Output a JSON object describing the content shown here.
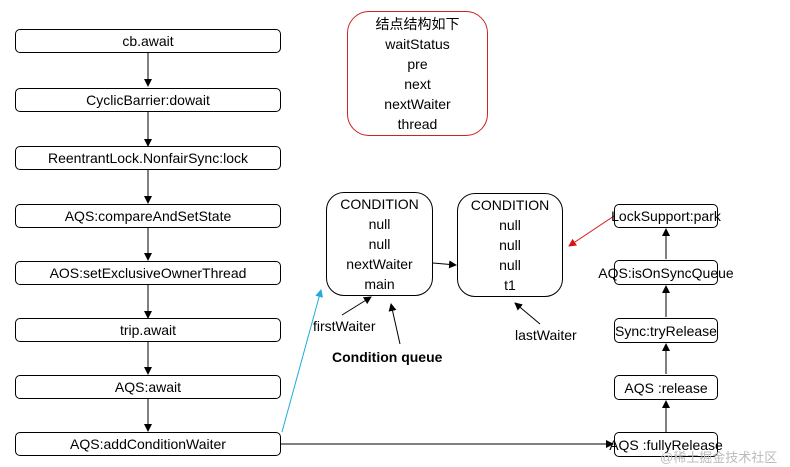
{
  "left_chain": [
    "cb.await",
    "CyclicBarrier:dowait",
    "ReentrantLock.NonfairSync:lock",
    "AQS:compareAndSetState",
    "AOS:setExclusiveOwnerThread",
    "trip.await",
    "AQS:await",
    "AQS:addConditionWaiter"
  ],
  "right_chain": [
    "LockSupport:park",
    "AQS:isOnSyncQueue",
    "Sync:tryRelease",
    "AQS :release",
    "AQS :fullyRelease"
  ],
  "node_structure": {
    "title": "结点结构如下",
    "fields": [
      "waitStatus",
      "pre",
      "next",
      "nextWaiter",
      "thread"
    ]
  },
  "node1": [
    "CONDITION",
    "null",
    "null",
    "nextWaiter",
    "main"
  ],
  "node2": [
    "CONDITION",
    "null",
    "null",
    "null",
    "t1"
  ],
  "labels": {
    "first_waiter": "firstWaiter",
    "condition_queue": "Condition queue",
    "last_waiter": "lastWaiter"
  },
  "watermark": "@稀土掘金技术社区",
  "colors": {
    "red_border": "#cc2222",
    "red_arrow": "#dd1111",
    "cyan_arrow": "#22aadd"
  }
}
